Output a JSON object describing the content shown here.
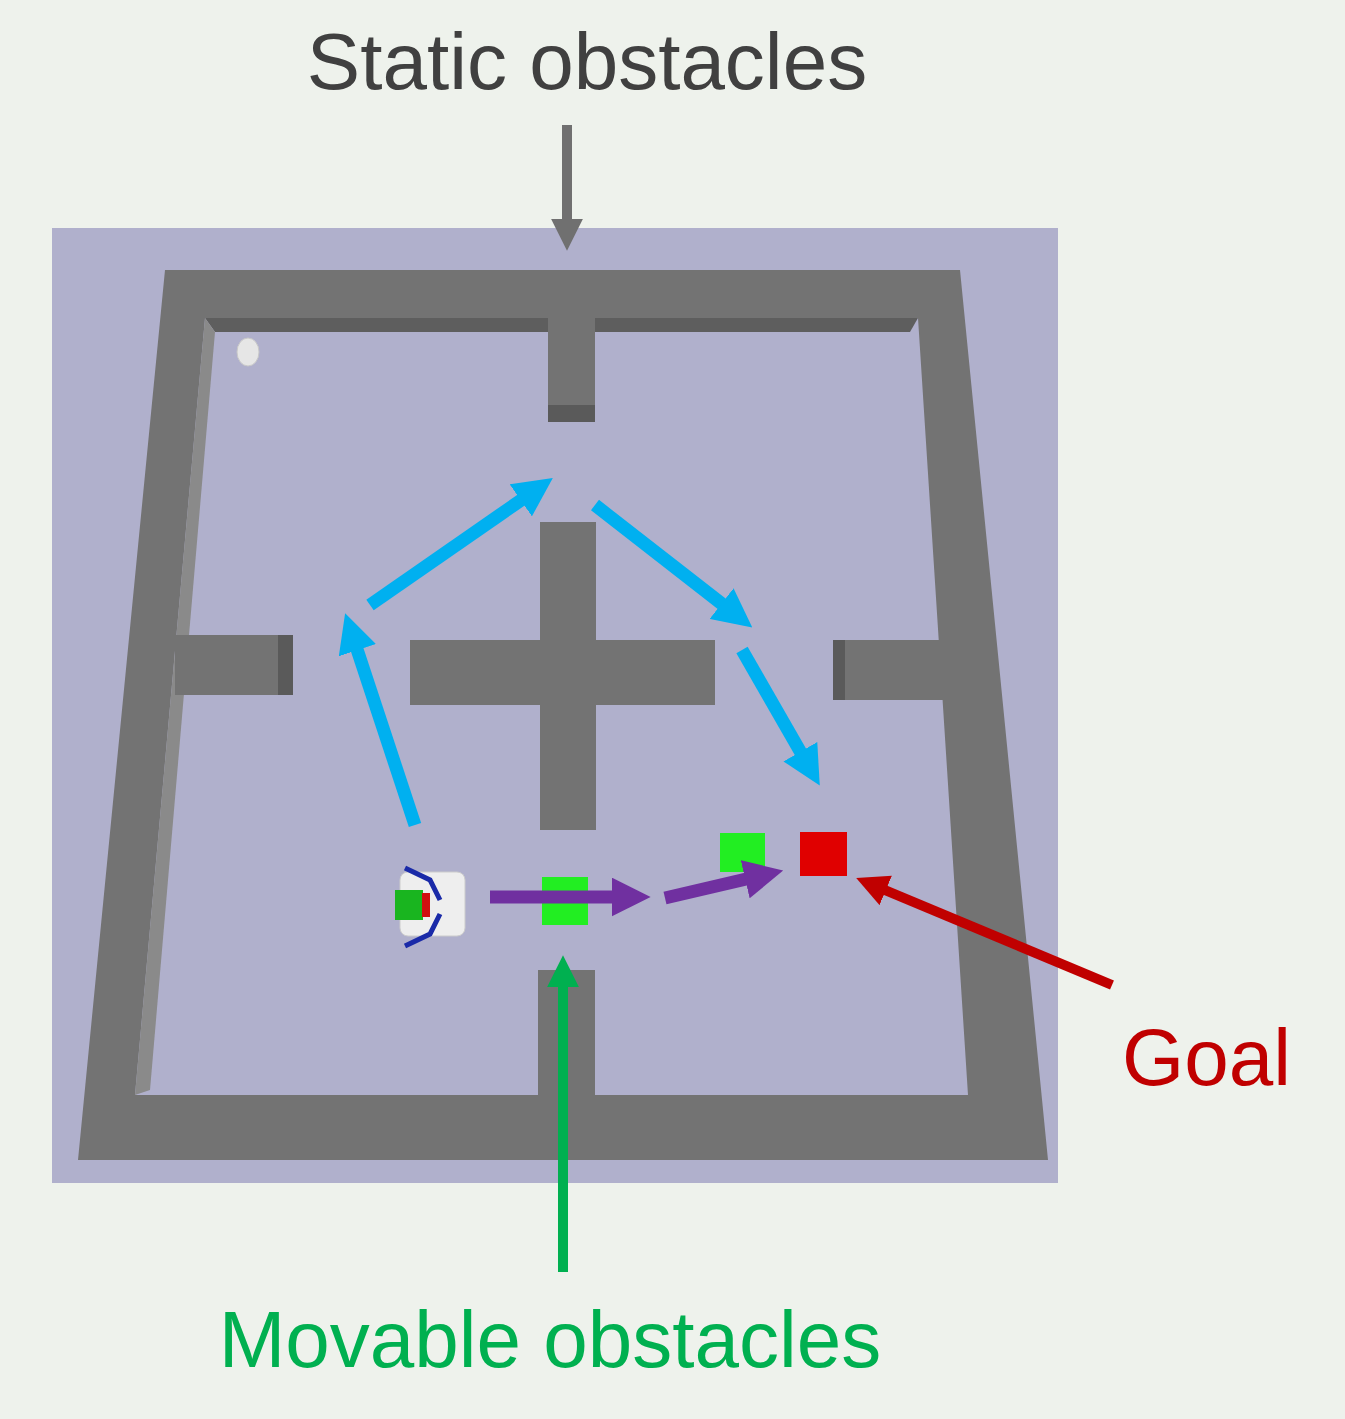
{
  "diagram": {
    "labels": [
      "Static obstacles",
      "Goal",
      "Movable obstacles"
    ]
  }
}
